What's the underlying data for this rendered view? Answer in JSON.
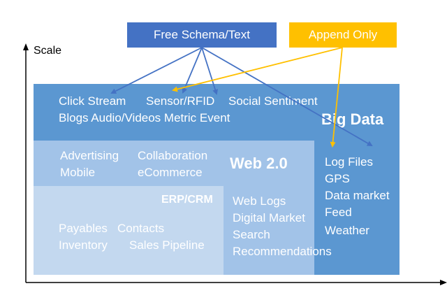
{
  "colors": {
    "big_data": "#5b97d1",
    "web20": "#a2c3e8",
    "erp": "#c3d8ef",
    "schema_box": "#4472c4",
    "append_box": "#ffc000",
    "schema_line": "#4472c4",
    "append_line": "#ffc000"
  },
  "axis": {
    "y_label": "Scale"
  },
  "tags": {
    "schema": "Free Schema/Text",
    "append": "Append Only"
  },
  "big_data": {
    "title": "Big Data",
    "line1": [
      "Click Stream",
      "Sensor/RFID",
      "Social Sentiment"
    ],
    "line2": "Blogs Audio/Videos Metric Event",
    "right": [
      "Log Files",
      "GPS",
      "Data market",
      "Feed",
      "Weather"
    ]
  },
  "web20": {
    "title": "Web 2.0",
    "items": [
      "Advertising",
      "Collaboration",
      "Mobile",
      "eCommerce"
    ],
    "list": [
      "Web Logs",
      "Digital Market",
      "Search",
      "Recommendations"
    ]
  },
  "erp": {
    "title": "ERP/CRM",
    "items": [
      "Payables",
      "Contacts",
      "Inventory",
      "Sales Pipeline"
    ]
  }
}
